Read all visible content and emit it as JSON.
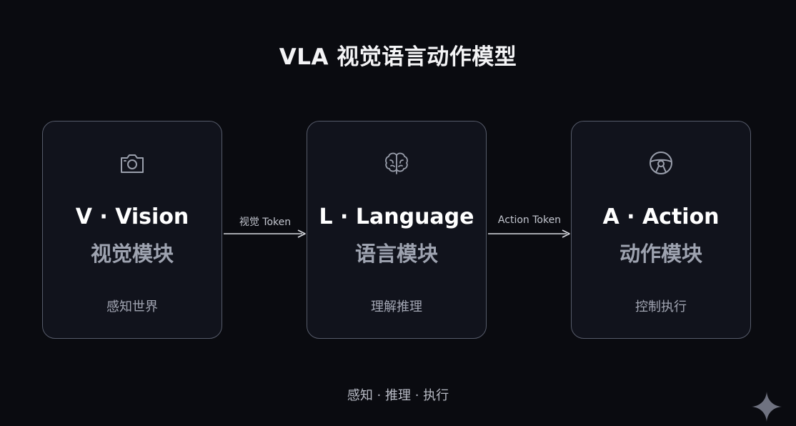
{
  "title": "VLA 视觉语言动作模型",
  "modules": [
    {
      "icon": "camera-icon",
      "heading": "V · Vision",
      "subheading": "视觉模块",
      "description": "感知世界"
    },
    {
      "icon": "brain-icon",
      "heading": "L · Language",
      "subheading": "语言模块",
      "description": "理解推理"
    },
    {
      "icon": "steering-wheel-icon",
      "heading": "A · Action",
      "subheading": "动作模块",
      "description": "控制执行"
    }
  ],
  "connectors": [
    {
      "label": "视觉 Token"
    },
    {
      "label": "Action Token"
    }
  ],
  "tagline": "感知 · 推理 · 执行",
  "colors": {
    "background": "#0a0b10",
    "card_border": "#565b6a",
    "card_fill": "#11131c",
    "heading": "#ffffff",
    "subheading": "#9ea3b0",
    "muted_text": "#a2a6b3"
  }
}
